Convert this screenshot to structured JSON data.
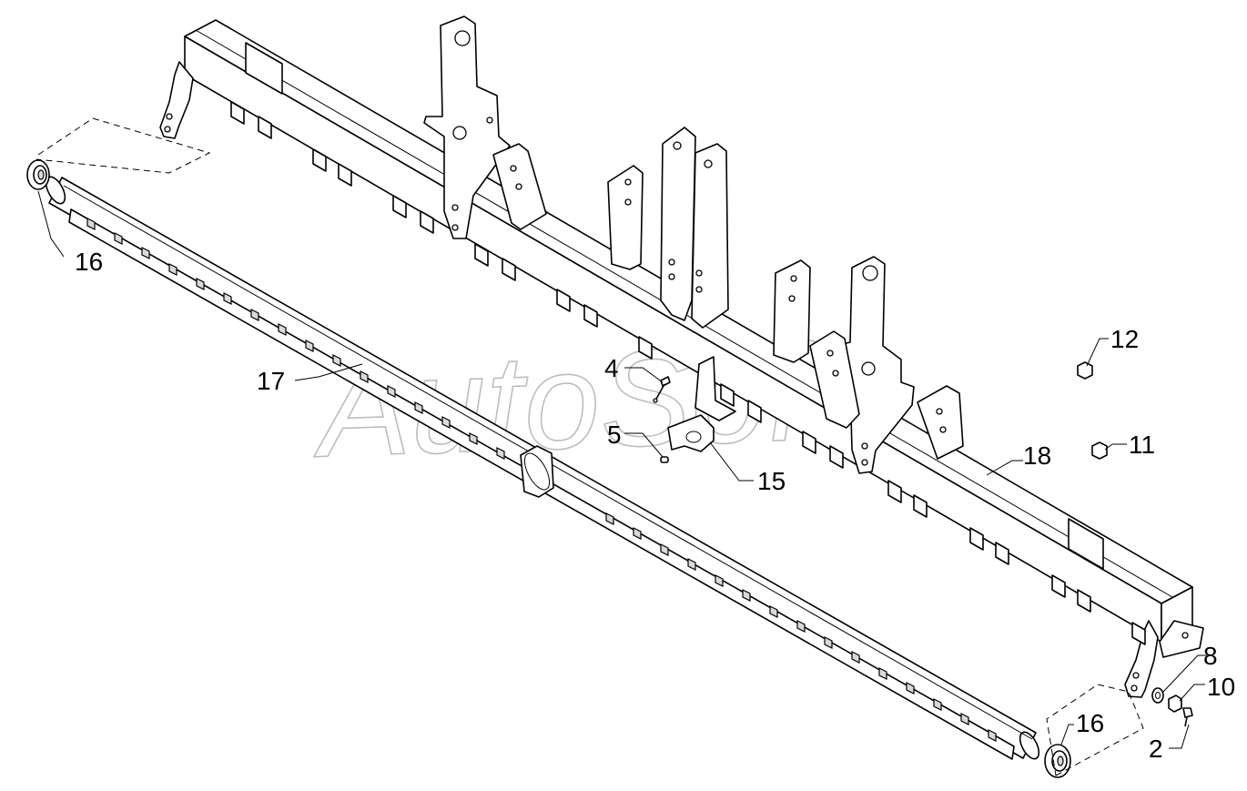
{
  "watermark": "AutoSoft",
  "callouts": [
    {
      "id": "c16a",
      "text": "16"
    },
    {
      "id": "c17",
      "text": "17"
    },
    {
      "id": "c4",
      "text": "4"
    },
    {
      "id": "c5",
      "text": "5"
    },
    {
      "id": "c15",
      "text": "15"
    },
    {
      "id": "c12",
      "text": "12"
    },
    {
      "id": "c11",
      "text": "11"
    },
    {
      "id": "c18",
      "text": "18"
    },
    {
      "id": "c8",
      "text": "8"
    },
    {
      "id": "c10",
      "text": "10"
    },
    {
      "id": "c2",
      "text": "2"
    },
    {
      "id": "c16b",
      "text": "16"
    }
  ]
}
